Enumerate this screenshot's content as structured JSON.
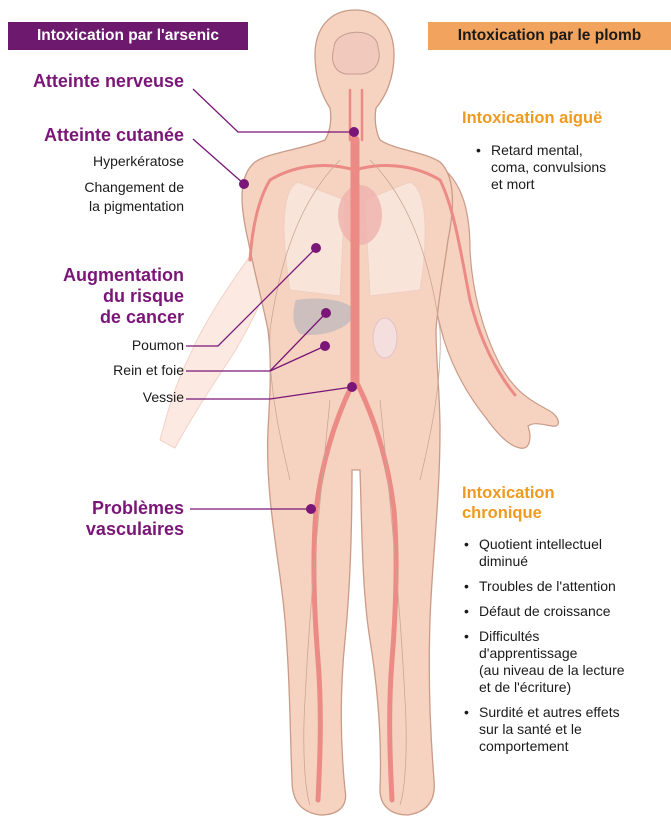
{
  "arsenic": {
    "badge": "Intoxication par l'arsenic",
    "nerveuse": "Atteinte nerveuse",
    "cutanee": {
      "title": "Atteinte cutanée",
      "items": [
        "Hyperkératose",
        "Changement de",
        "la pigmentation"
      ]
    },
    "cancer": {
      "title": [
        "Augmentation",
        "du risque",
        "de cancer"
      ],
      "poumon": "Poumon",
      "rein_foie": "Rein et foie",
      "vessie": "Vessie"
    },
    "vasculaires": [
      "Problèmes",
      "vasculaires"
    ]
  },
  "plomb": {
    "badge": "Intoxication par le plomb",
    "aigue": {
      "title": "Intoxication aiguë",
      "items": [
        [
          "Retard mental,",
          "coma, convulsions",
          "et mort"
        ]
      ]
    },
    "chronique": {
      "title": [
        "Intoxication",
        "chronique"
      ],
      "items": [
        [
          "Quotient intellectuel",
          "diminué"
        ],
        [
          "Troubles de l'attention"
        ],
        [
          "Défaut de croissance"
        ],
        [
          "Difficultés",
          "d'apprentissage",
          "(au niveau de la lecture",
          "et de l'écriture)"
        ],
        [
          "Surdité et autres effets",
          "sur la santé et le",
          "comportement"
        ]
      ]
    }
  },
  "colors": {
    "arsenic_purple": "#7a1677",
    "badge_purple": "#6d1a6e",
    "plomb_orange": "#ef9a1e",
    "badge_orange": "#f2a35e",
    "skin": "#f6d3c0",
    "vessel": "#ec8a86"
  }
}
